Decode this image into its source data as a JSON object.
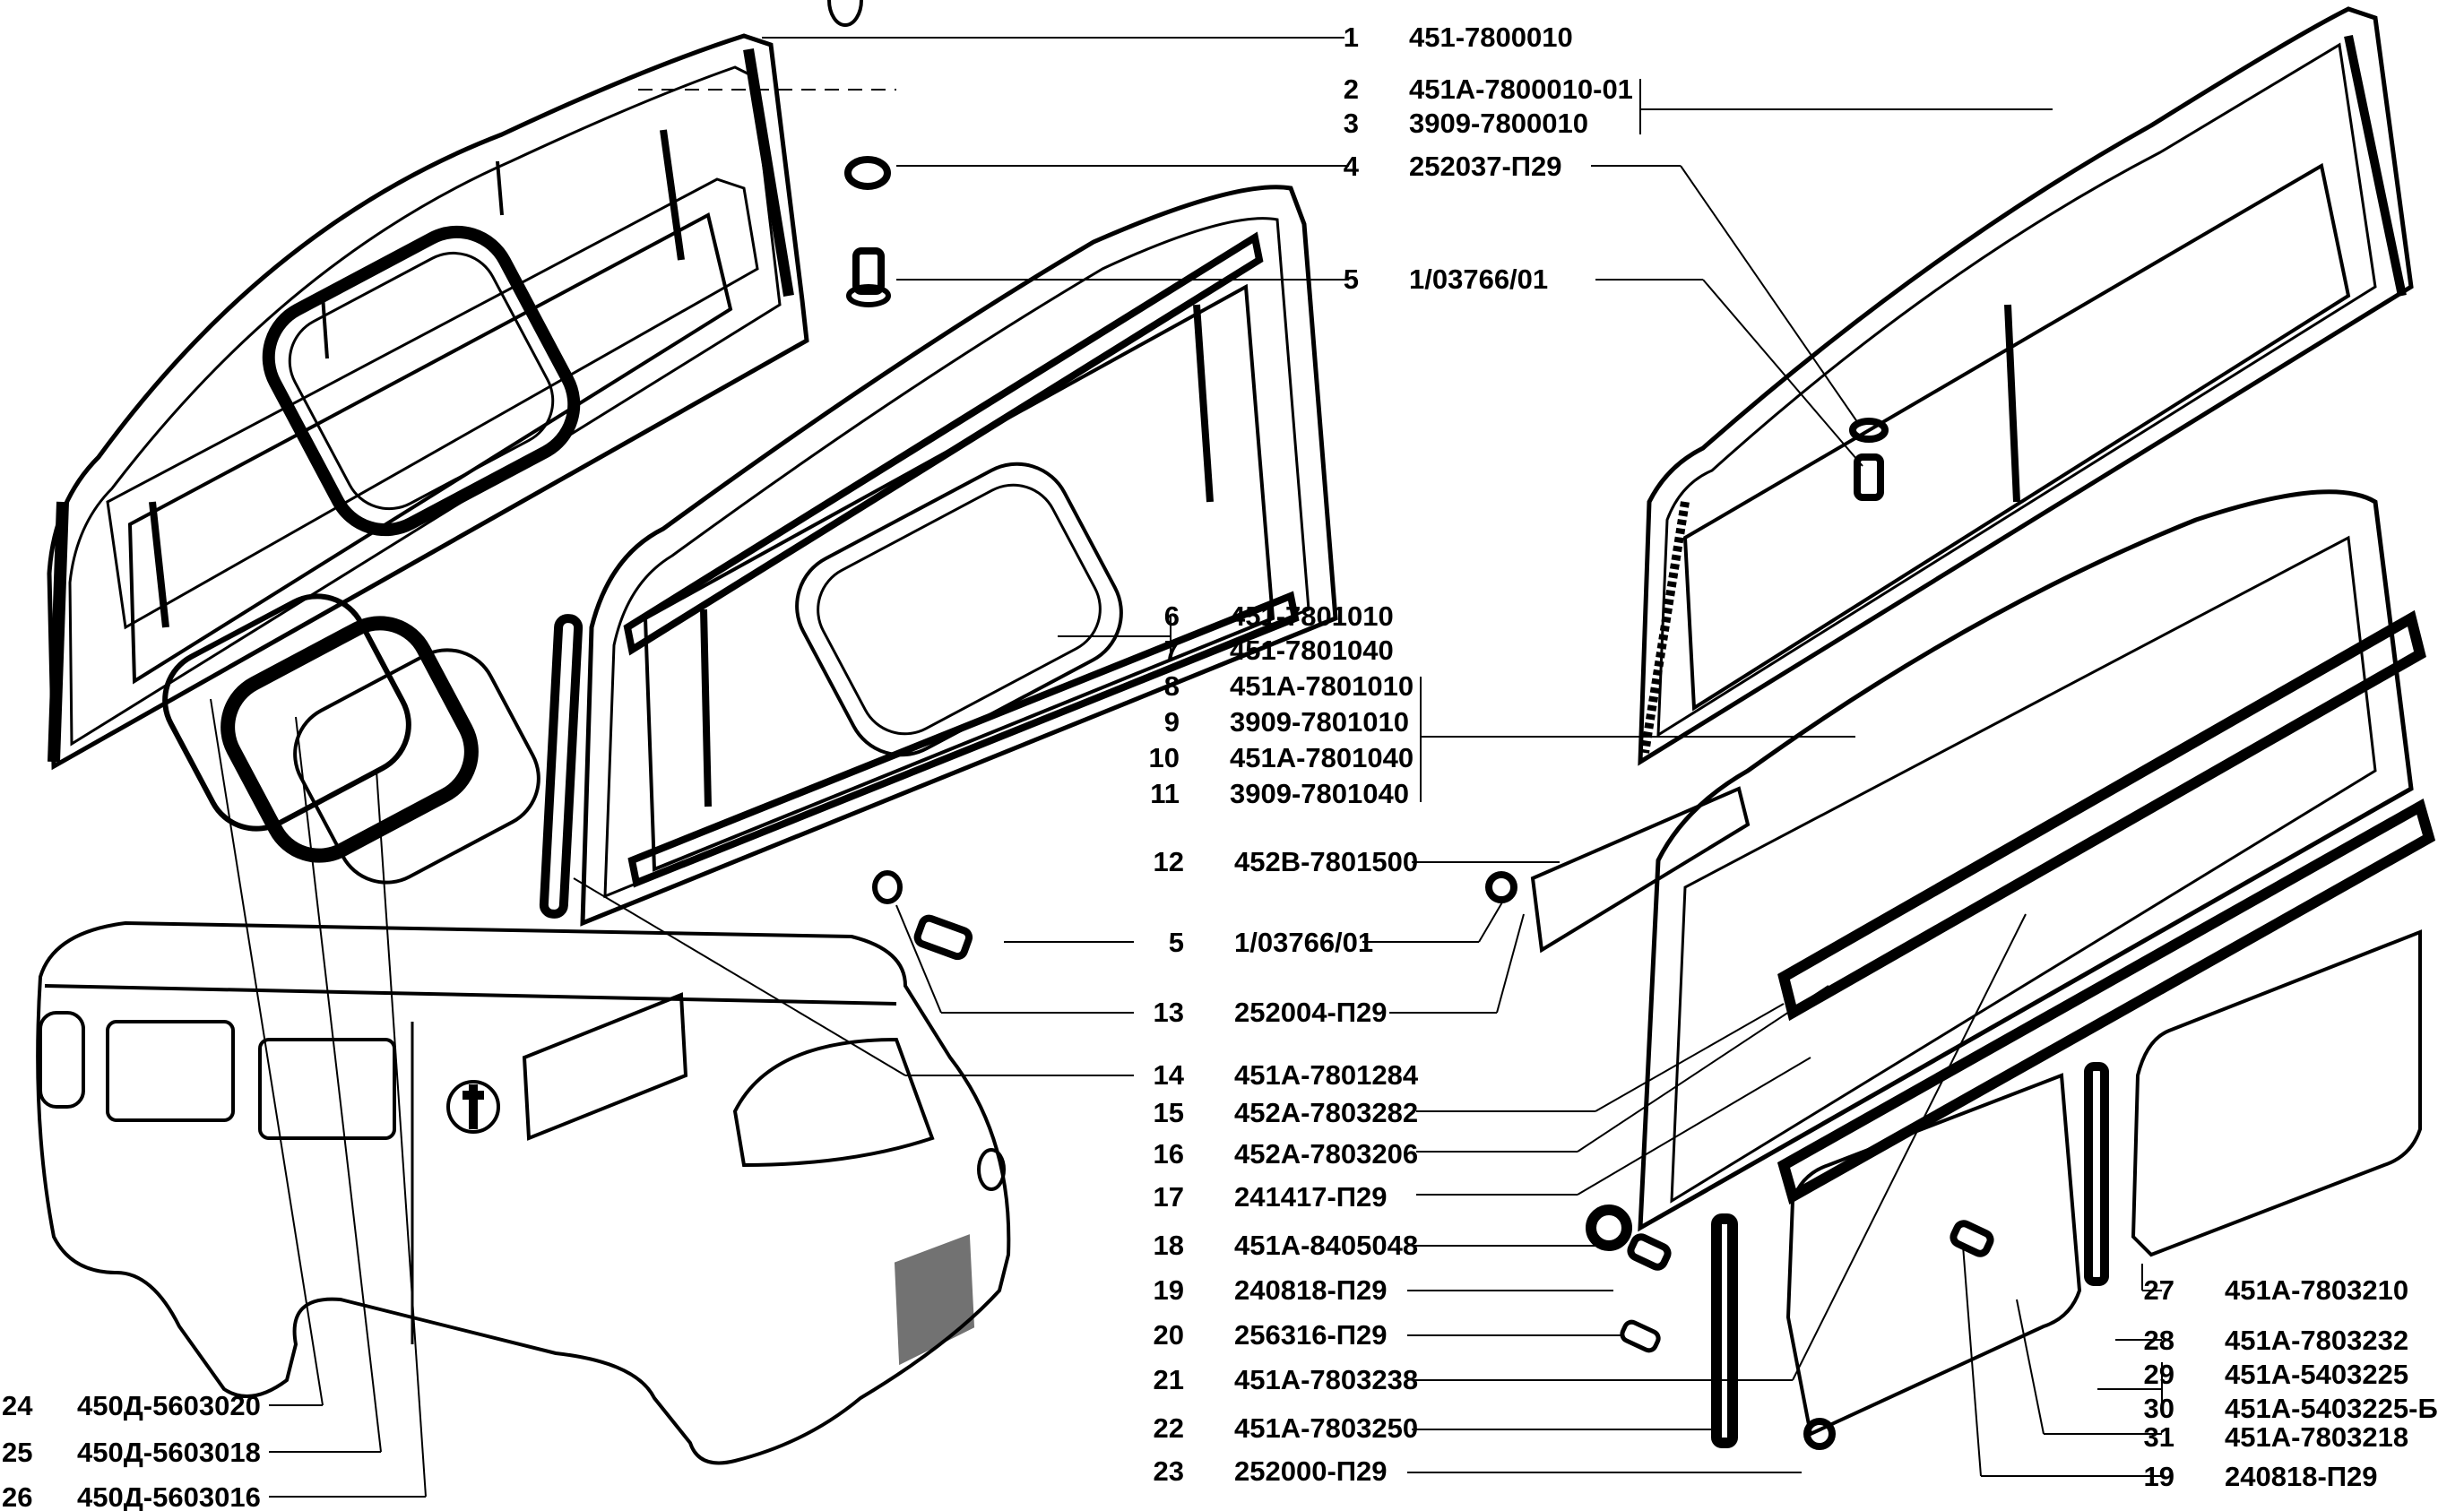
{
  "diagram": {
    "title": "",
    "subject": "Exploded view of vehicle side window frames, glass, seals and fasteners",
    "ink_color": "#000000",
    "background_color": "#ffffff",
    "callouts": [
      {
        "num": "1",
        "part": "451-7800010"
      },
      {
        "num": "2",
        "part": "451A-7800010-01"
      },
      {
        "num": "3",
        "part": "3909-7800010"
      },
      {
        "num": "4",
        "part": "252037-П29"
      },
      {
        "num": "5",
        "part": "1/03766/01"
      },
      {
        "num": "6",
        "part": "451-7801010"
      },
      {
        "num": "7",
        "part": "451-7801040"
      },
      {
        "num": "8",
        "part": "451A-7801010"
      },
      {
        "num": "9",
        "part": "3909-7801010"
      },
      {
        "num": "10",
        "part": "451A-7801040"
      },
      {
        "num": "11",
        "part": "3909-7801040"
      },
      {
        "num": "12",
        "part": "452B-7801500"
      },
      {
        "num": "5",
        "part": "1/03766/01"
      },
      {
        "num": "13",
        "part": "252004-П29"
      },
      {
        "num": "14",
        "part": "451A-7801284"
      },
      {
        "num": "15",
        "part": "452A-7803282"
      },
      {
        "num": "16",
        "part": "452A-7803206"
      },
      {
        "num": "17",
        "part": "241417-П29"
      },
      {
        "num": "18",
        "part": "451A-8405048"
      },
      {
        "num": "19",
        "part": "240818-П29"
      },
      {
        "num": "20",
        "part": "256316-П29"
      },
      {
        "num": "21",
        "part": "451A-7803238"
      },
      {
        "num": "22",
        "part": "451A-7803250"
      },
      {
        "num": "23",
        "part": "252000-П29"
      },
      {
        "num": "24",
        "part": "450Д-5603020"
      },
      {
        "num": "25",
        "part": "450Д-5603018"
      },
      {
        "num": "26",
        "part": "450Д-5603016"
      },
      {
        "num": "27",
        "part": "451A-7803210"
      },
      {
        "num": "28",
        "part": "451A-7803232"
      },
      {
        "num": "29",
        "part": "451A-5403225"
      },
      {
        "num": "30",
        "part": "451A-5403225-Б"
      },
      {
        "num": "31",
        "part": "451A-7803218"
      },
      {
        "num": "19",
        "part": "240818-П29"
      }
    ]
  }
}
